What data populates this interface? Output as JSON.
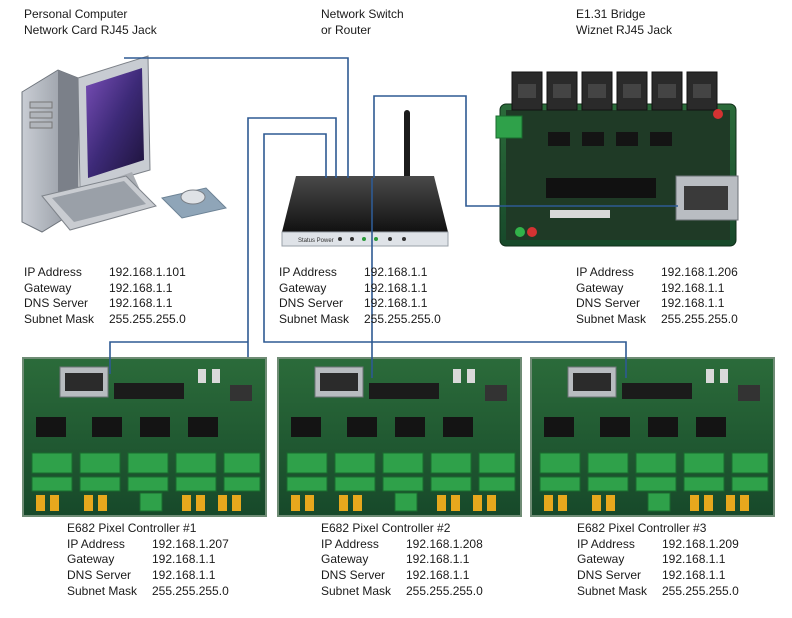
{
  "labels": {
    "pc": [
      "Personal Computer",
      "Network Card RJ45 Jack"
    ],
    "switch": [
      "Network Switch",
      "or Router"
    ],
    "bridge": [
      "E1.31 Bridge",
      "Wiznet RJ45 Jack"
    ]
  },
  "router_panel_text": "Status  Power",
  "devices": {
    "pc": {
      "rows": [
        {
          "key": "IP Address",
          "value": "192.168.1.101"
        },
        {
          "key": "Gateway",
          "value": "192.168.1.1"
        },
        {
          "key": "DNS Server",
          "value": "192.168.1.1"
        },
        {
          "key": "Subnet Mask",
          "value": "255.255.255.0"
        }
      ]
    },
    "switch": {
      "rows": [
        {
          "key": "IP Address",
          "value": "192.168.1.1"
        },
        {
          "key": "Gateway",
          "value": "192.168.1.1"
        },
        {
          "key": "DNS Server",
          "value": "192.168.1.1"
        },
        {
          "key": "Subnet Mask",
          "value": "255.255.255.0"
        }
      ]
    },
    "bridge": {
      "rows": [
        {
          "key": "IP Address",
          "value": "192.168.1.206"
        },
        {
          "key": "Gateway",
          "value": "192.168.1.1"
        },
        {
          "key": "DNS Server",
          "value": "192.168.1.1"
        },
        {
          "key": "Subnet Mask",
          "value": "255.255.255.0"
        }
      ]
    },
    "controllers": [
      {
        "title": "E682 Pixel Controller #1",
        "rows": [
          {
            "key": "IP Address",
            "value": "192.168.1.207"
          },
          {
            "key": "Gateway",
            "value": "192.168.1.1"
          },
          {
            "key": "DNS Server",
            "value": "192.168.1.1"
          },
          {
            "key": "Subnet Mask",
            "value": "255.255.255.0"
          }
        ]
      },
      {
        "title": "E682 Pixel Controller #2",
        "rows": [
          {
            "key": "IP Address",
            "value": "192.168.1.208"
          },
          {
            "key": "Gateway",
            "value": "192.168.1.1"
          },
          {
            "key": "DNS Server",
            "value": "192.168.1.1"
          },
          {
            "key": "Subnet Mask",
            "value": "255.255.255.0"
          }
        ]
      },
      {
        "title": "E682 Pixel Controller #3",
        "rows": [
          {
            "key": "IP Address",
            "value": "192.168.1.209"
          },
          {
            "key": "Gateway",
            "value": "192.168.1.1"
          },
          {
            "key": "DNS Server",
            "value": "192.168.1.1"
          },
          {
            "key": "Subnet Mask",
            "value": "255.255.255.0"
          }
        ]
      }
    ]
  },
  "colors": {
    "cable": "#2e5a93",
    "pcb_green": "#1c4f2a",
    "router_body": "#222222",
    "bridge_board": "#1e1e1e"
  }
}
